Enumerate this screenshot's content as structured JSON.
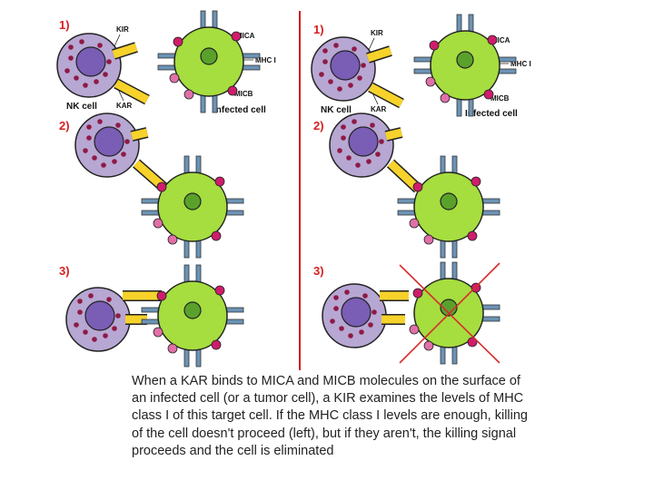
{
  "steps": [
    "1)",
    "2)",
    "3)"
  ],
  "labels": {
    "kir": "KIR",
    "kar": "KAR",
    "mica": "MICA",
    "micb": "MICB",
    "mhc": "MHC I",
    "nk_cell": "NK cell",
    "infected_cell": "Infected cell"
  },
  "caption": "When a KAR binds to MICA and MICB molecules on the surface of an infected cell (or a tumor cell), a KIR examines the levels of MHC class I of this target cell. If the MHC class I levels are enough, killing of the cell doesn't proceed (left), but if they aren't, the killing signal proceeds and the cell is eliminated",
  "colors": {
    "nk_body": "#b7a7d3",
    "nk_nucleus": "#7a5db5",
    "granule": "#8e1a45",
    "infected_body": "#a6dd3f",
    "infected_nucleus": "#5aa12c",
    "receptor_yellow": "#f7d22a",
    "mhc_blue": "#6b93b5",
    "mica_dot": "#cf1d6b",
    "micb_dot": "#e070a8",
    "divider": "#d11a1a",
    "kill_cross": "#d62d2d"
  }
}
